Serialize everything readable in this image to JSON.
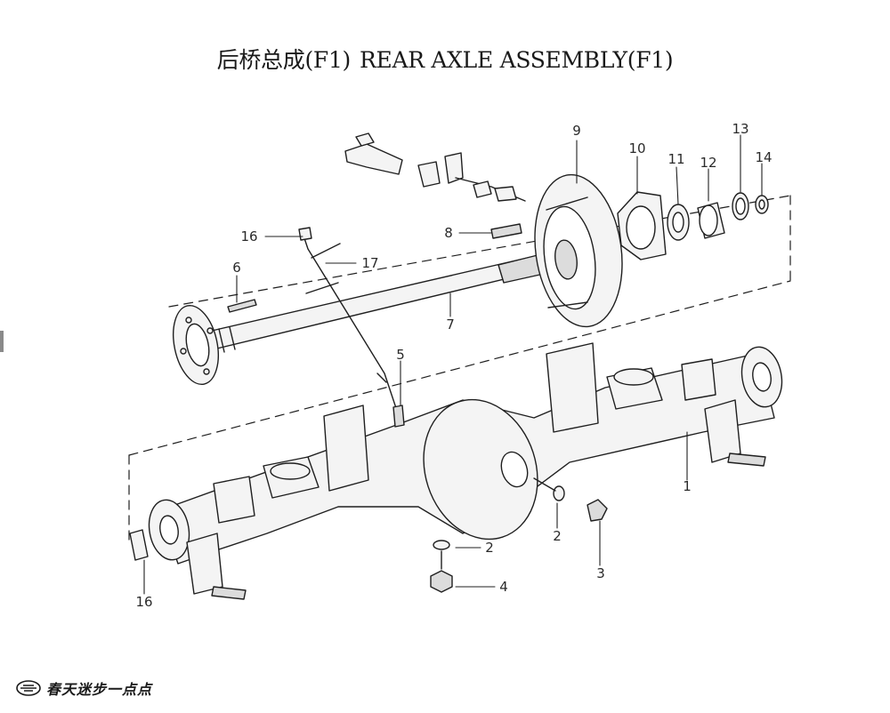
{
  "title": {
    "zh": "后桥总成(F1)",
    "en": "REAR AXLE ASSEMBLY(F1)"
  },
  "callouts": [
    {
      "id": "c9",
      "num": "9"
    },
    {
      "id": "c10",
      "num": "10"
    },
    {
      "id": "c11",
      "num": "11"
    },
    {
      "id": "c12",
      "num": "12"
    },
    {
      "id": "c13",
      "num": "13"
    },
    {
      "id": "c14",
      "num": "14"
    },
    {
      "id": "c16a",
      "num": "16"
    },
    {
      "id": "c17",
      "num": "17"
    },
    {
      "id": "c8",
      "num": "8"
    },
    {
      "id": "c6",
      "num": "6"
    },
    {
      "id": "c7",
      "num": "7"
    },
    {
      "id": "c5",
      "num": "5"
    },
    {
      "id": "c1",
      "num": "1"
    },
    {
      "id": "c2a",
      "num": "2"
    },
    {
      "id": "c2b",
      "num": "2"
    },
    {
      "id": "c3",
      "num": "3"
    },
    {
      "id": "c4",
      "num": "4"
    },
    {
      "id": "c16b",
      "num": "16"
    }
  ],
  "logo": {
    "text": "春天迷步一点点"
  },
  "colors": {
    "line": "#1f1f1f",
    "fill": "#f4f4f4",
    "shade": "#dcdcdc"
  }
}
